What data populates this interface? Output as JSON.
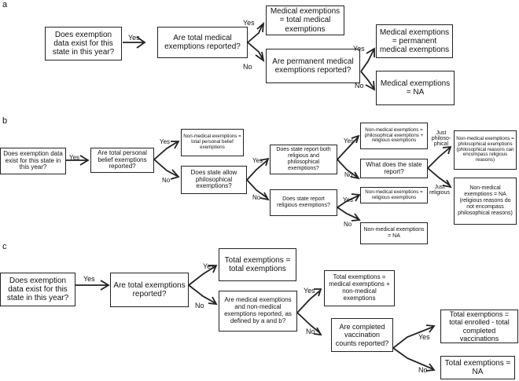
{
  "panel_a": {
    "letter": "a",
    "exists_q": "Does exemption data exist for this state in this year?",
    "total_q": "Are total medical exemptions reported?",
    "total_res": "Medical exemptions = total medical exemptions",
    "perm_q": "Are permanent medical exemptions reported?",
    "perm_res": "Medical exemptions = permanent medical exemptions",
    "na_res": "Medical exemptions = NA",
    "yes": "Yes",
    "no": "No"
  },
  "panel_b": {
    "letter": "b",
    "exists_q": "Does exemption data exist for this state in this year?",
    "total_q": "Are total personal belief exemptions reported?",
    "total_res": "Non-medical exemptions = total personal belief exemptions",
    "allow_q": "Does state allow philosophical exemptions?",
    "both_q": "Does state report both religious and philosophical exemptions?",
    "relig_q": "Does state report religious exemptions?",
    "both_res": "Non-medical exemptions = philosophical exemptions + religious exemptions",
    "what_q": "What does the state report?",
    "relig_res": "Non-medical exemptions = religious exemptions",
    "na_res": "Non-medical exemptions = NA",
    "philo_res": "Non-medical exemptions = philosophical exemptions (philosophical reasons can encompass religious reasons)",
    "relig_na_res": "Non-medical exemptions = NA (religious reasons do not encompass philosophical reasons)",
    "just_philo": "Just philoso- phical",
    "just_relig": "Just religious",
    "yes": "Yes",
    "no": "No"
  },
  "panel_c": {
    "letter": "c",
    "exists_q": "Does exemption data exist for this state in this year?",
    "total_q": "Are total exemptions reported?",
    "total_res": "Total exemptions = total exemptions",
    "med_q": "Are medical exemptions and non-medical exemptions reported, as defined by a and b?",
    "sum_res": "Total exemptions = medical exemptions + non-medical exemptions",
    "completed_q": "Are completed vaccination counts reported?",
    "enrolled_res": "Total exemptions = total enrolled - total completed vaccinations",
    "na_res": "Total exemptions = NA",
    "yes": "Yes",
    "no": "No"
  }
}
